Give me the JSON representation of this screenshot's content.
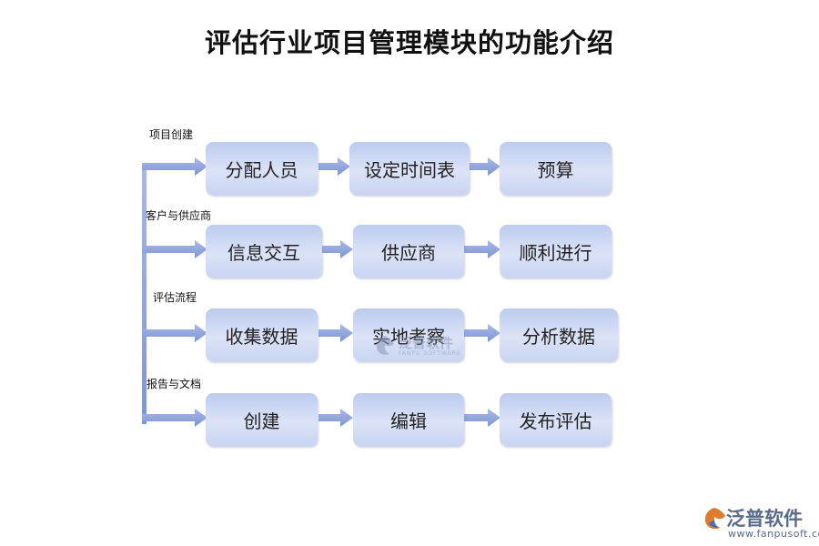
{
  "title": "评估行业项目管理模块的功能介绍",
  "rows": [
    {
      "label": "项目创建",
      "nodes": [
        "分配人员",
        "设定时间表",
        "预算"
      ]
    },
    {
      "label": "客户与供应商",
      "nodes": [
        "信息交互",
        "供应商",
        "顺利进行"
      ]
    },
    {
      "label": "评估流程",
      "nodes": [
        "收集数据",
        "实地考察",
        "分析数据"
      ]
    },
    {
      "label": "报告与文档",
      "nodes": [
        "创建",
        "编辑",
        "发布评估"
      ]
    }
  ],
  "watermark": {
    "name": "泛普软件",
    "sub": "FANPU SOFTWARE",
    "icon": "fanpu-logo-icon"
  },
  "logo": {
    "name": "泛普软件",
    "url": "www.fanpusoft.com",
    "icon": "fanpu-logo-icon"
  },
  "colors": {
    "node_fill": "#c8d4f1",
    "arrow": "#8fa3dc",
    "text": "#222222"
  }
}
